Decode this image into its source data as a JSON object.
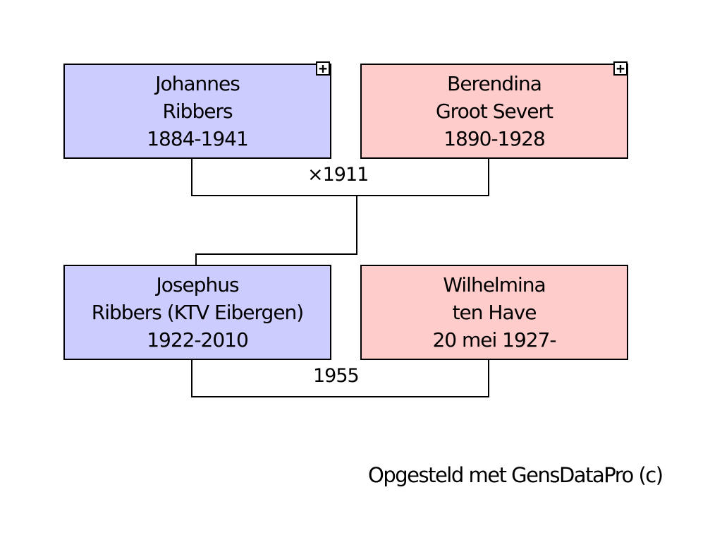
{
  "persons": {
    "father": {
      "line1": "Johannes",
      "line2": "Ribbers",
      "line3": "1884-1941",
      "expand_symbol": "+"
    },
    "mother": {
      "line1": "Berendina",
      "line2": "Groot Severt",
      "line3": "1890-1928",
      "expand_symbol": "+"
    },
    "son": {
      "line1": "Josephus",
      "line2": "Ribbers (KTV Eibergen)",
      "line3": "1922-2010"
    },
    "spouse": {
      "line1": "Wilhelmina",
      "line2": "ten Have",
      "line3": "20 mei 1927-"
    }
  },
  "marriages": {
    "parents": "×1911",
    "couple": "1955"
  },
  "footer": {
    "credit": "Opgesteld met GensDataPro (c)"
  },
  "colors": {
    "male": "#ccccff",
    "female": "#ffcccc",
    "line": "#000000"
  }
}
